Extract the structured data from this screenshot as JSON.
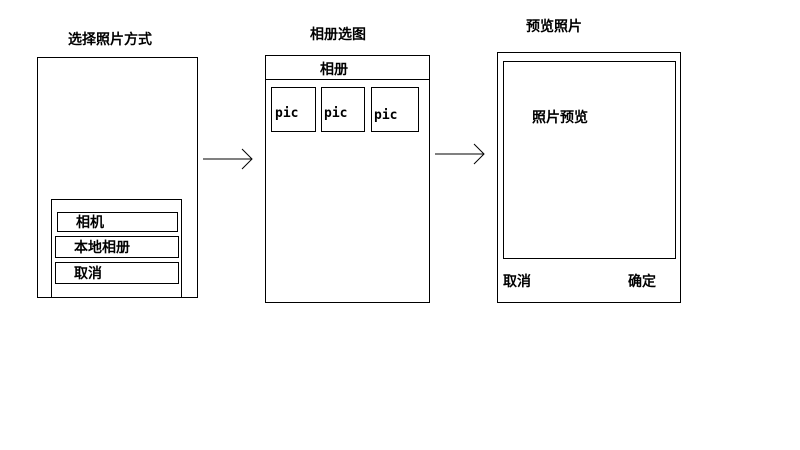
{
  "screen1": {
    "title": "选择照片方式",
    "options": [
      "相机",
      "本地相册",
      "取消"
    ]
  },
  "screen2": {
    "title": "相册选图",
    "header": "相册",
    "thumbnails": [
      "pic",
      "pic",
      "pic"
    ]
  },
  "screen3": {
    "title": "预览照片",
    "preview_text": "照片预览",
    "cancel_label": "取消",
    "confirm_label": "确定"
  }
}
